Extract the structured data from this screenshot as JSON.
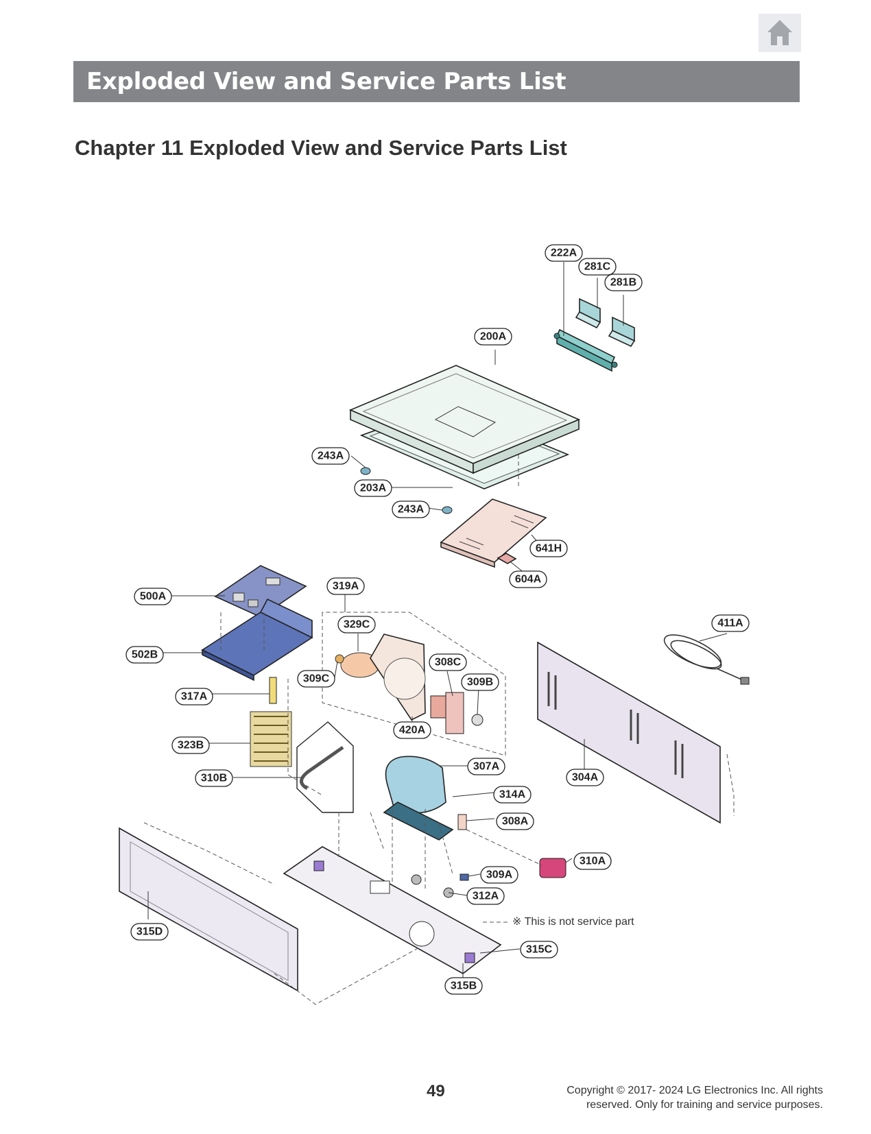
{
  "header": {
    "home_icon": "home-icon",
    "banner_title": "Exploded View and Service Parts List"
  },
  "chapter_title": "Chapter 11 Exploded View and Service Parts List",
  "parts": {
    "p222A": "222A",
    "p281C": "281C",
    "p281B": "281B",
    "p200A": "200A",
    "p243A_1": "243A",
    "p203A": "203A",
    "p243A_2": "243A",
    "p641H": "641H",
    "p604A": "604A",
    "p319A": "319A",
    "p500A": "500A",
    "p329C": "329C",
    "p411A": "411A",
    "p502B": "502B",
    "p308C": "308C",
    "p309C": "309C",
    "p309B": "309B",
    "p317A": "317A",
    "p420A": "420A",
    "p323B": "323B",
    "p307A": "307A",
    "p310B": "310B",
    "p304A": "304A",
    "p314A": "314A",
    "p308A": "308A",
    "p310A": "310A",
    "p309A": "309A",
    "p315D": "315D",
    "p312A": "312A",
    "p315C": "315C",
    "p315B": "315B"
  },
  "note": "※ This is not service part",
  "footer": {
    "page_number": "49",
    "copyright_line1": "Copyright © 2017- 2024 LG Electronics Inc. All rights",
    "copyright_line2": "reserved. Only for training and service purposes."
  }
}
